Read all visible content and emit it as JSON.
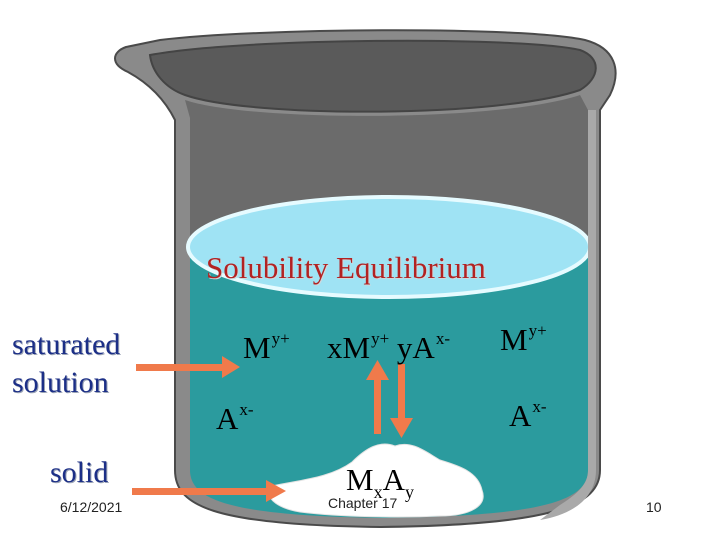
{
  "title": "Solubility Equilibrium",
  "labels": {
    "saturated": "saturated",
    "solution": "solution",
    "solid": "solid"
  },
  "ions": {
    "cation_left": {
      "symbol": "M",
      "charge": "y+"
    },
    "anion_left": {
      "symbol": "A",
      "charge": "x-"
    },
    "cation_right": {
      "symbol": "M",
      "charge": "y+"
    },
    "anion_right": {
      "symbol": "A",
      "charge": "x-"
    }
  },
  "equation": {
    "cation_coef": "x",
    "cation": "M",
    "cation_charge": "y+",
    "anion_coef": "y",
    "anion": "A",
    "anion_charge": "x-"
  },
  "formula": {
    "m": "M",
    "x": "x",
    "a": "A",
    "y": "y"
  },
  "footer": {
    "date": "6/12/2021",
    "chapter": "Chapter 17",
    "page": "10"
  },
  "colors": {
    "beaker_outer": "#8a8a8a",
    "beaker_inner": "#606060",
    "solution": "#2b9b9e",
    "solution_surface": "#9fe3f4",
    "arrow": "#f07a4b",
    "title": "#b22222",
    "side_label": "#1c2f87"
  }
}
